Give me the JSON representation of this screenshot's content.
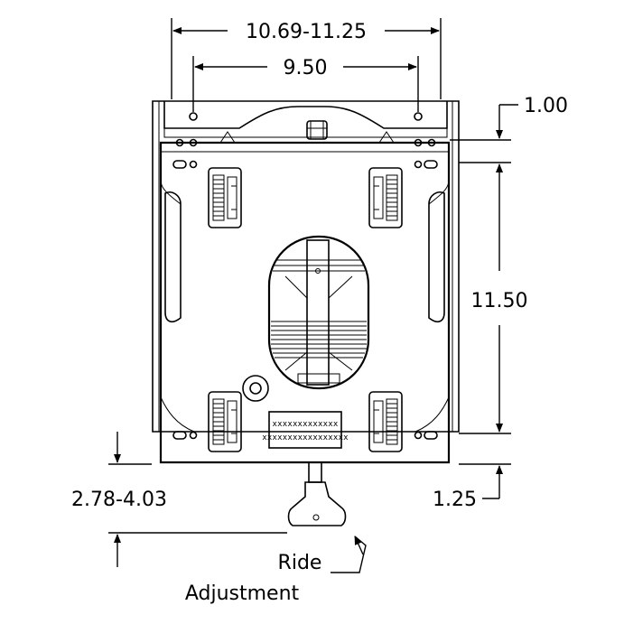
{
  "dimensions": {
    "overall_width": "10.69-11.25",
    "hole_spacing": "9.50",
    "top_offset": "1.00",
    "height": "11.50",
    "bottom_offset": "1.25",
    "ride_range": "2.78-4.03"
  },
  "labels": {
    "ride_line1": "Ride",
    "ride_line2": "Adjustment",
    "plate_text_1": "xxxxxxxxxxxxx",
    "plate_text_2": "xxxxxxxxxxxxxxxxx"
  }
}
